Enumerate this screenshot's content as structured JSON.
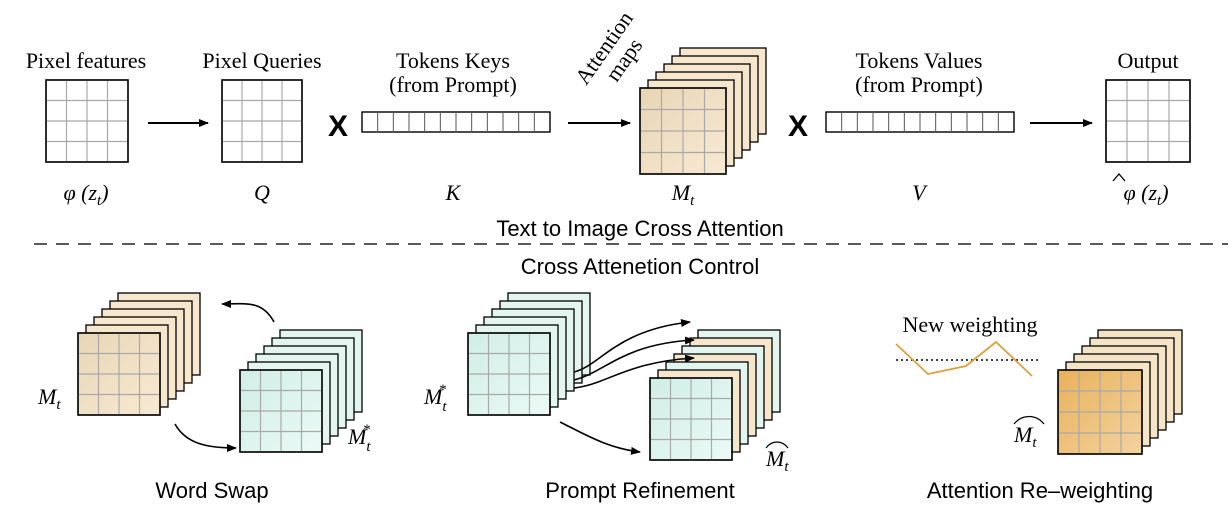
{
  "top": {
    "pixel_features": {
      "label": "Pixel features",
      "symbol": "φ (z",
      "symbol_sub": "t",
      "symbol_close": ")"
    },
    "pixel_queries": {
      "label": "Pixel Queries",
      "symbol": "Q"
    },
    "tokens_keys": {
      "label_line1": "Tokens Keys",
      "label_line2": "(from Prompt)",
      "symbol": "K"
    },
    "attention_maps": {
      "label_line1": "Attention",
      "label_line2": "maps",
      "symbol": "M",
      "symbol_sub": "t"
    },
    "tokens_values": {
      "label_line1": "Tokens Values",
      "label_line2": "(from Prompt)",
      "symbol": "V"
    },
    "output": {
      "label": "Output",
      "symbol": "φ (z",
      "symbol_sub": "t",
      "symbol_close": ")"
    },
    "multiply_sign": "X",
    "section_title": "Text to Image Cross Attention"
  },
  "bottom": {
    "section_title": "Cross Attenetion Control",
    "word_swap": {
      "title": "Word Swap",
      "label_a": "M",
      "label_a_sub": "t",
      "label_b": "M",
      "label_b_sub": "t",
      "label_b_sup": "*"
    },
    "prompt_refinement": {
      "title": "Prompt Refinement",
      "label_a": "M",
      "label_a_sub": "t",
      "label_a_sup": "*",
      "label_b": "M",
      "label_b_sub": "t"
    },
    "reweighting": {
      "title": "Attention Re–weighting",
      "curve_label": "New weighting",
      "label": "M",
      "label_sub": "t"
    }
  },
  "colors": {
    "tan": "#f1e1c5",
    "mint": "#ddf3ee",
    "orange": "#e8b35c",
    "grid_line": "#a9a9a9",
    "curve": "#e0a040"
  }
}
